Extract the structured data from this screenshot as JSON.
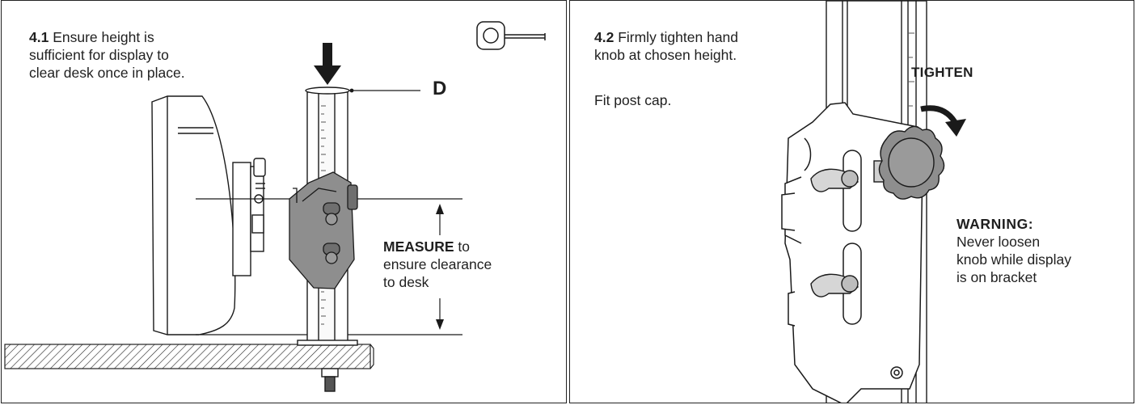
{
  "left_panel": {
    "step_number": "4.1",
    "step_text": "Ensure height is\nsufficient for display to\nclear desk once in place.",
    "dimension_letter": "D",
    "measure_keyword": "MEASURE",
    "measure_text": "to",
    "measure_rest": "ensure clearance\nto desk",
    "icons": [
      "tape-measure-icon",
      "down-arrow-icon"
    ]
  },
  "right_panel": {
    "step_number": "4.2",
    "step_text": "Firmly tighten hand\nknob at chosen height.",
    "second_text": "Fit post cap.",
    "tighten_label": "TIGHTEN",
    "warning_title": "WARNING:",
    "warning_text": "Never loosen\nknob while display\nis on bracket",
    "icons": [
      "curved-arrow-icon",
      "hand-knob-icon"
    ]
  },
  "colors": {
    "line": "#1a1a1a",
    "grey_metal": "#8e8e8e",
    "dark_grey": "#6f6f6f",
    "light_grey": "#d6d6d6"
  }
}
